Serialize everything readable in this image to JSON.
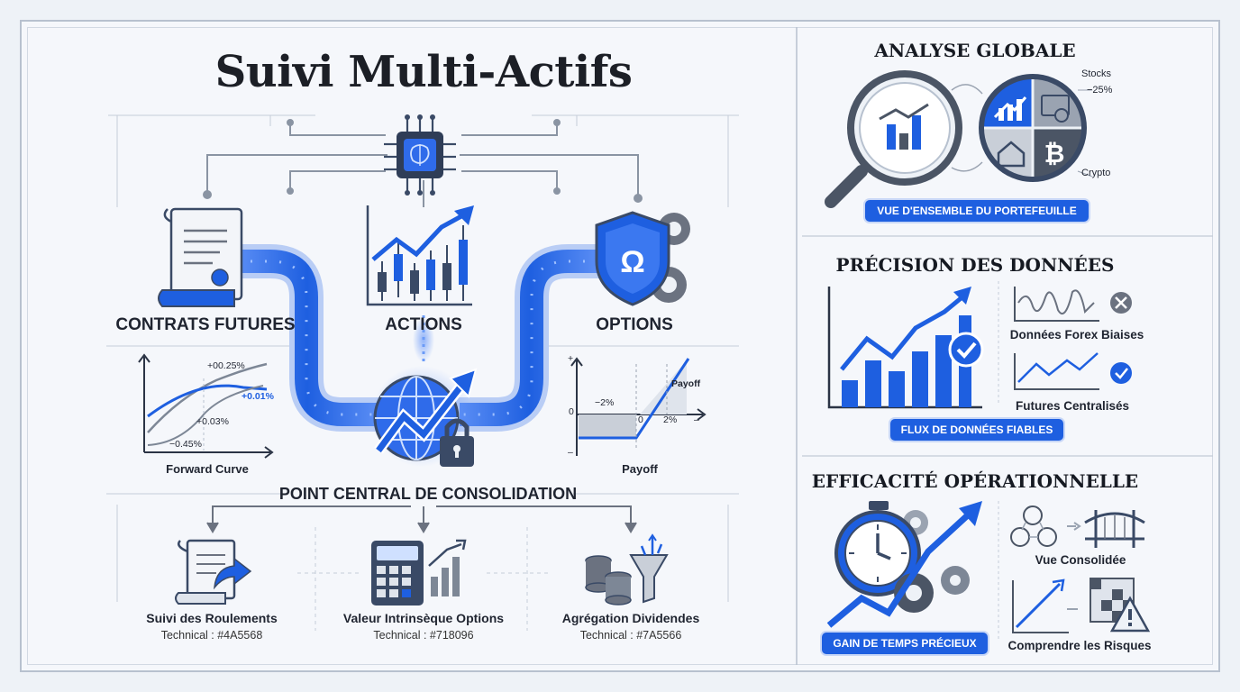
{
  "title": "Suivi Multi-Actifs",
  "top_labels": {
    "futures": "CONTRATS FUTURES",
    "actions": "ACTIONS",
    "options": "OPTIONS"
  },
  "hub_label": "POINT CENTRAL DE CONSOLIDATION",
  "forward_curve": {
    "caption": "Forward Curve",
    "labels": [
      "+00.25%",
      "+0.01%",
      "+0.03%",
      "−0.45%"
    ]
  },
  "payoff": {
    "caption": "Payoff",
    "inner_label": "Payoff",
    "ticks": [
      "−2%",
      "0",
      "0",
      "2%",
      "–",
      "+",
      "–"
    ]
  },
  "bottom_items": [
    {
      "label": "Suivi des Roulements",
      "tech": "Technical : #4A5568"
    },
    {
      "label": "Valeur Intrinsèque Options",
      "tech": "Technical : #718096"
    },
    {
      "label": "Agrégation Dividendes",
      "tech": "Technical : #7A5566"
    }
  ],
  "panel_global": {
    "title": "ANALYSE GLOBALE",
    "pill": "VUE D'ENSEMBLE DU PORTEFEUILLE",
    "stocks": "Stocks",
    "stocks_value": "−25%",
    "crypto": "Crypto"
  },
  "panel_precision": {
    "title": "PRÉCISION DES DONNÉES",
    "pill": "FLUX DE DONNÉES FIABLES",
    "forex": "Données Forex Biaises",
    "futures": "Futures Centralisés"
  },
  "panel_efficiency": {
    "title": "EFFICACITÉ OPÉRATIONNELLE",
    "pill": "GAIN DE TEMPS PRÉCIEUX",
    "consolidated": "Vue Consolidée",
    "risks": "Comprendre les Risques"
  },
  "colors": {
    "accent": "#1e5fe0",
    "dark": "#3a4a66",
    "gray": "#7d8796",
    "danger": "#6b7280"
  }
}
